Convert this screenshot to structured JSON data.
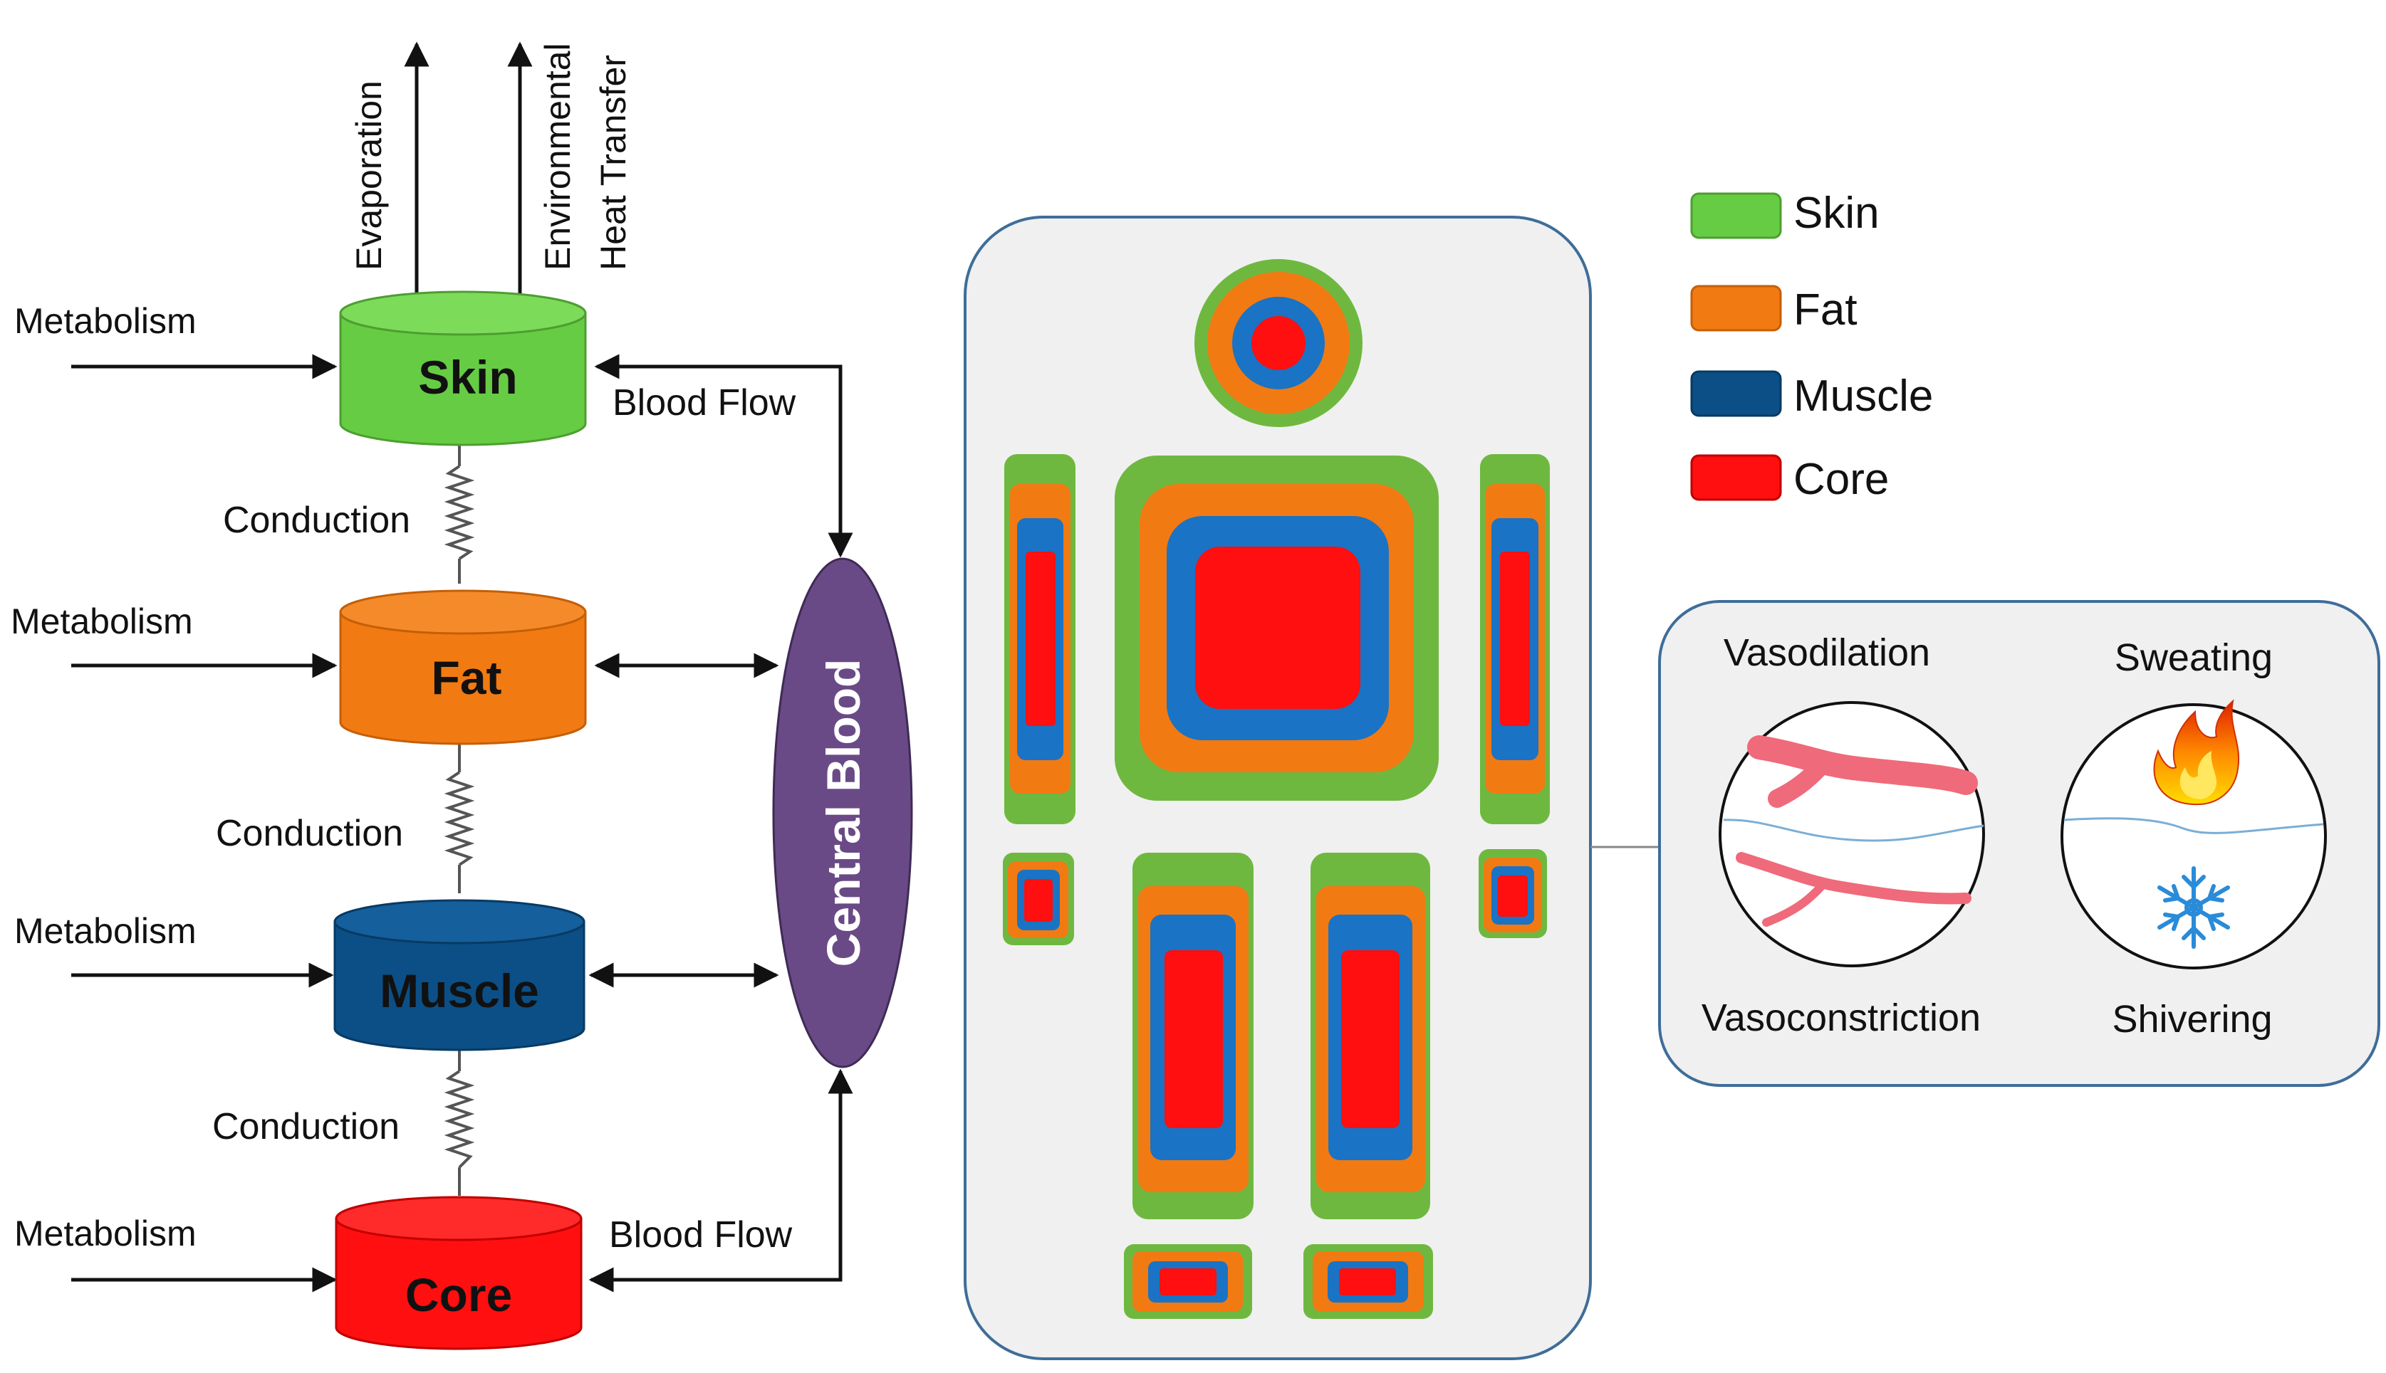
{
  "compartments": {
    "skin": "Skin",
    "fat": "Fat",
    "muscle": "Muscle",
    "core": "Core",
    "central_blood": "Central Blood"
  },
  "flows": {
    "metabolism": "Metabolism",
    "conduction": "Conduction",
    "blood_flow": "Blood Flow",
    "evaporation": "Evaporation",
    "environmental_line1": "Environmental",
    "environmental_line2": "Heat Transfer"
  },
  "legend": {
    "items": [
      {
        "label": "Skin",
        "color": "#66cc44"
      },
      {
        "label": "Fat",
        "color": "#f27a12"
      },
      {
        "label": "Muscle",
        "color": "#0b4f86"
      },
      {
        "label": "Core",
        "color": "#ff0f0f"
      }
    ]
  },
  "thermoregulation": {
    "vasodilation": "Vasodilation",
    "vasoconstriction": "Vasoconstriction",
    "sweating": "Sweating",
    "shivering": "Shivering"
  },
  "colors": {
    "skin": "#66cc44",
    "skin_outer": "#6fb840",
    "fat": "#f27a12",
    "muscle_layer": "#1a73c4",
    "muscle": "#0b4f86",
    "core": "#ff0f0f",
    "central_blood": "#6a4a86",
    "panel_fill": "#f0f0f0",
    "panel_stroke": "#3f6d99"
  }
}
